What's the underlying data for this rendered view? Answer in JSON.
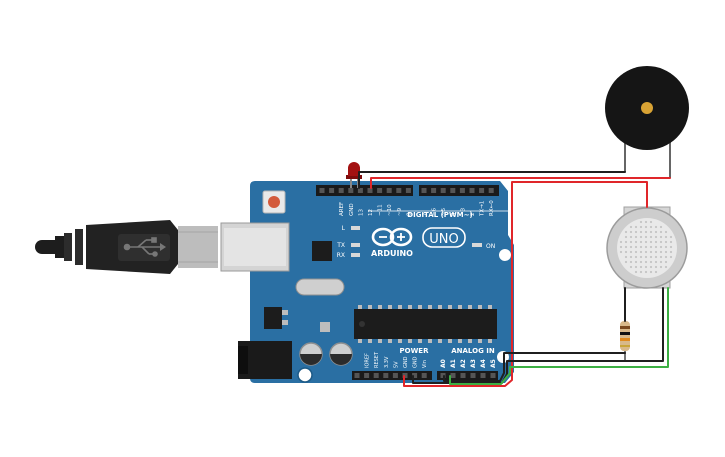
{
  "board": {
    "header_digital": [
      "AREF",
      "GND",
      "13",
      "12",
      "~11",
      "~10",
      "~9",
      "8",
      "7",
      "~6",
      "~5",
      "4",
      "~3",
      "2",
      "TX→1",
      "RX←0"
    ],
    "digital_label": "DIGITAL (PWM~)",
    "led_labels": {
      "l": "L",
      "tx": "TX",
      "rx": "RX",
      "on": "ON"
    },
    "logo_text": "ARDUINO",
    "model_text": "UNO",
    "power_label": "POWER",
    "analog_label": "ANALOG IN",
    "power_pins": [
      "IOREF",
      "RESET",
      "3.3V",
      "5V",
      "GND",
      "GND",
      "Vin"
    ],
    "analog_pins": [
      "A0",
      "A1",
      "A2",
      "A3",
      "A4",
      "A5"
    ]
  },
  "components": [
    "usb-cable",
    "red-led",
    "piezo-buzzer",
    "gas-sensor",
    "resistor"
  ],
  "colors": {
    "board": "#2a6fa3",
    "wire_red": "#e0262a",
    "wire_black": "#1f1f1f",
    "wire_green": "#3cb043",
    "led": "#a31111",
    "buzzer": "#151515"
  }
}
